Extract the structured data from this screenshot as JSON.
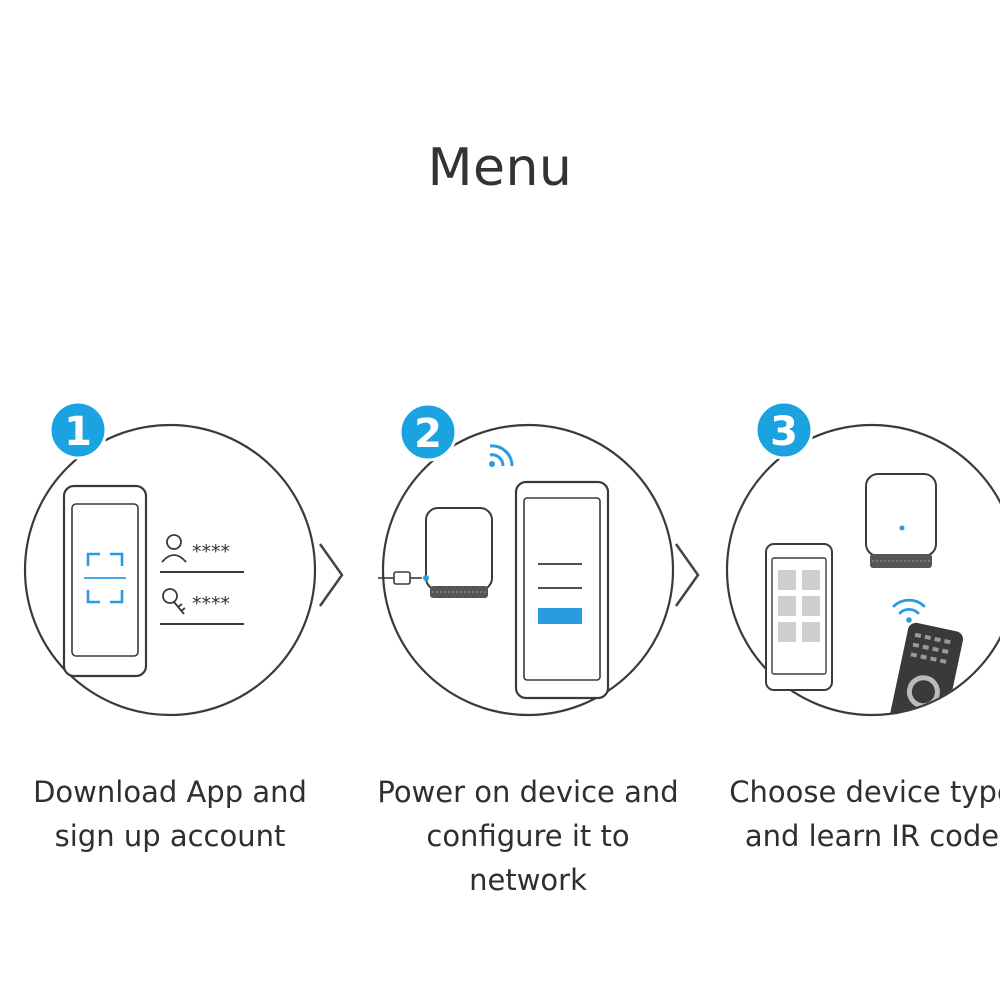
{
  "title": "Menu",
  "steps": [
    {
      "number": "1",
      "caption_line1": "Download App and",
      "caption_line2": "sign up account",
      "username_mask": "****",
      "password_mask": "****"
    },
    {
      "number": "2",
      "caption_line1": "Power on device and",
      "caption_line2": "configure it to network"
    },
    {
      "number": "3",
      "caption_line1": "Choose device type",
      "caption_line2": "and learn IR code"
    }
  ],
  "colors": {
    "badge": "#1aa3e0",
    "accent": "#2b9be0",
    "line": "#444444"
  },
  "icons": [
    "scan-icon",
    "user-icon",
    "key-icon",
    "wifi-icon",
    "usb-cable-icon",
    "chevron-right-icon",
    "remote-control-icon"
  ]
}
